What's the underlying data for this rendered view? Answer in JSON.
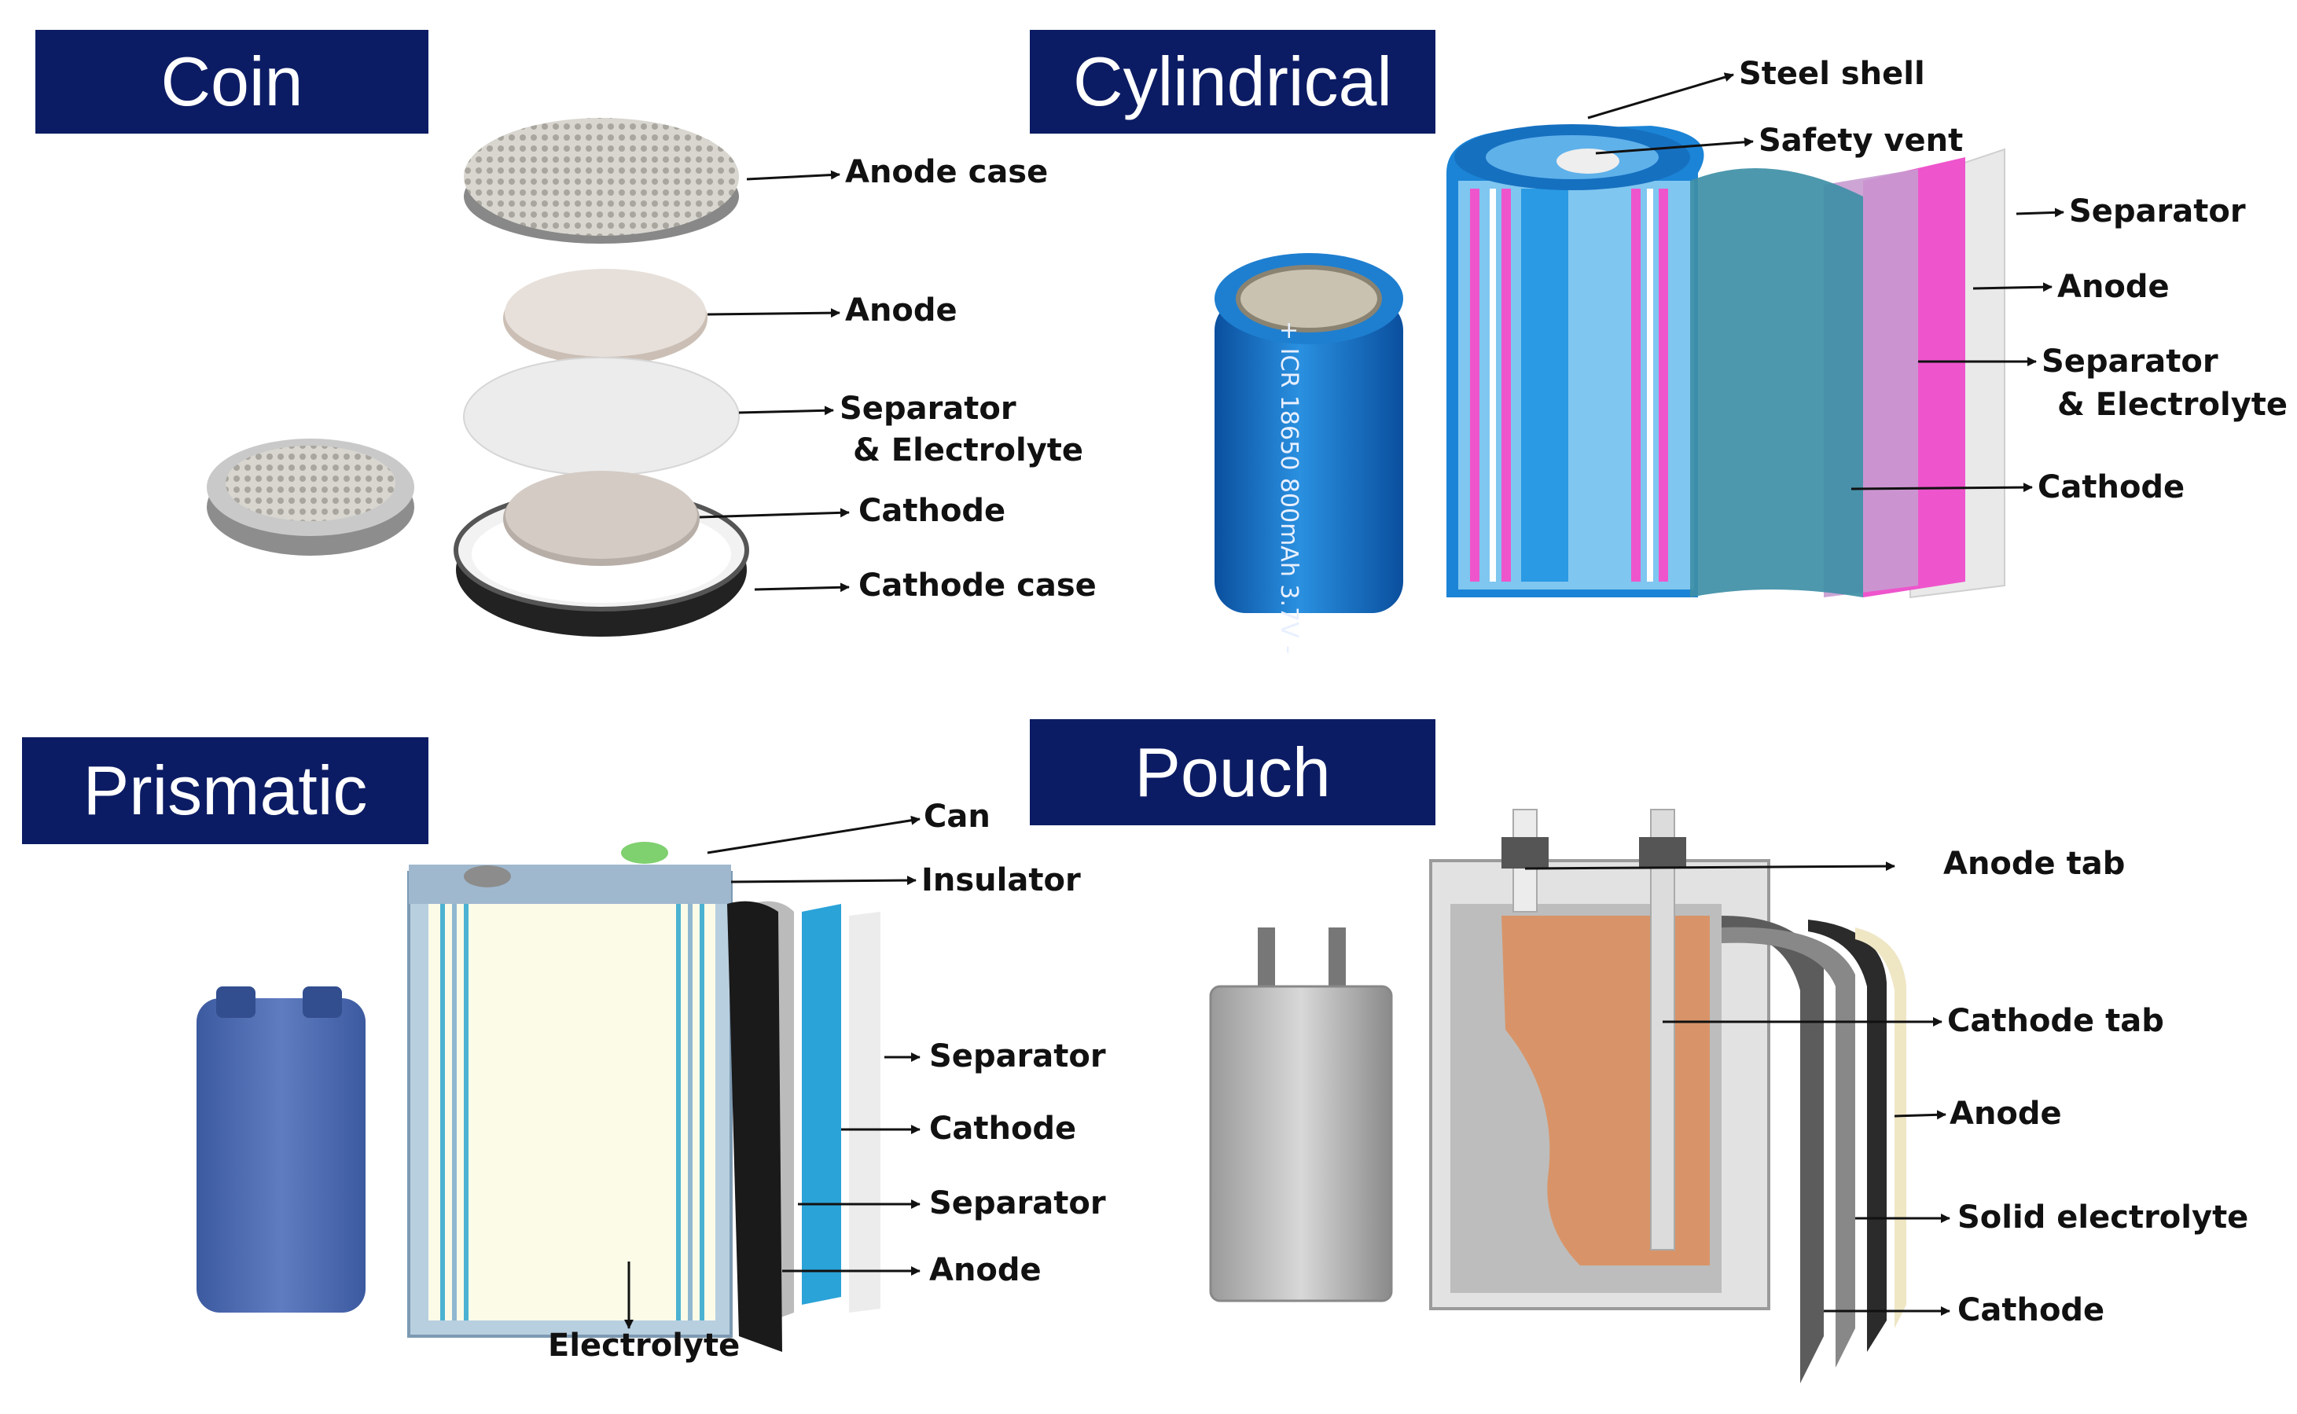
{
  "panels": {
    "coin": {
      "title": "Coin",
      "labels": {
        "anode_case": "Anode case",
        "anode": "Anode",
        "separator_1": "Separator",
        "separator_2": "& Electrolyte",
        "cathode": "Cathode",
        "cathode_case": "Cathode case"
      }
    },
    "cylindrical": {
      "title": "Cylindrical",
      "cell_marking": "+ ICR 18650 800mAh 3.7V -",
      "labels": {
        "steel_shell": "Steel shell",
        "safety_vent": "Safety vent",
        "separator": "Separator",
        "anode": "Anode",
        "separator_2a": "Separator",
        "separator_2b": "& Electrolyte",
        "cathode": "Cathode"
      }
    },
    "prismatic": {
      "title": "Prismatic",
      "labels": {
        "can": "Can",
        "insulator": "Insulator",
        "separator_1": "Separator",
        "cathode": "Cathode",
        "separator_2": "Separator",
        "anode": "Anode",
        "electrolyte": "Electrolyte"
      }
    },
    "pouch": {
      "title": "Pouch",
      "labels": {
        "anode_tab": "Anode tab",
        "cathode_tab": "Cathode tab",
        "anode": "Anode",
        "solid_electrolyte": "Solid electrolyte",
        "cathode": "Cathode"
      }
    }
  },
  "colors": {
    "title_bg": "#0c1c64",
    "cylinder_blue": "#1e7fd0",
    "cylinder_pink": "#ee55cc",
    "pouch_copper": "#d89468"
  }
}
